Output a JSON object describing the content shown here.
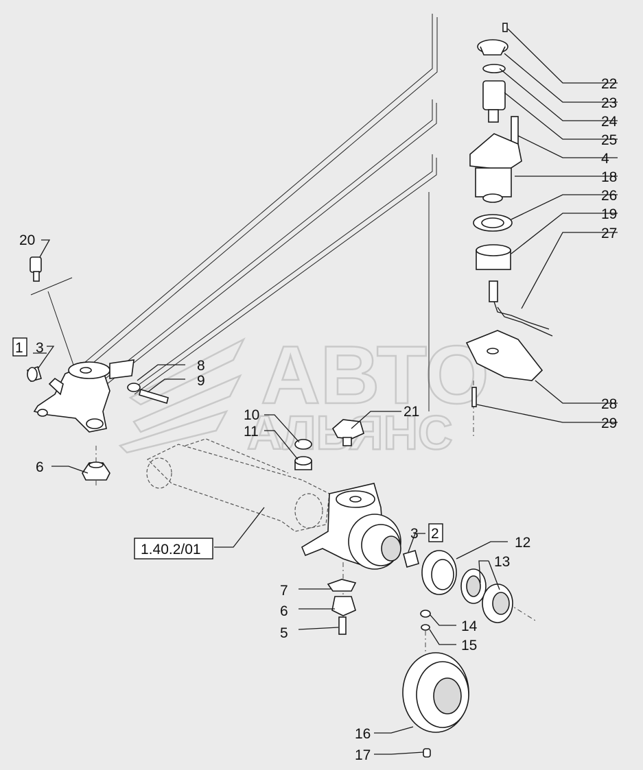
{
  "watermark": {
    "line1": "АВТО",
    "line2": "АЛЬЯНС"
  },
  "callouts": {
    "c1": "1",
    "c2": "2",
    "c3a": "3",
    "c3b": "3",
    "c4": "4",
    "c5": "5",
    "c6a": "6",
    "c6b": "6",
    "c7": "7",
    "c8": "8",
    "c9": "9",
    "c10": "10",
    "c11": "11",
    "c12": "12",
    "c13": "13",
    "c14": "14",
    "c15": "15",
    "c16": "16",
    "c17": "17",
    "c18": "18",
    "c19": "19",
    "c20": "20",
    "c21": "21",
    "c22": "22",
    "c23": "23",
    "c24": "24",
    "c25": "25",
    "c26": "26",
    "c27": "27",
    "c28": "28",
    "c29": "29"
  },
  "reference": "1.40.2/01"
}
